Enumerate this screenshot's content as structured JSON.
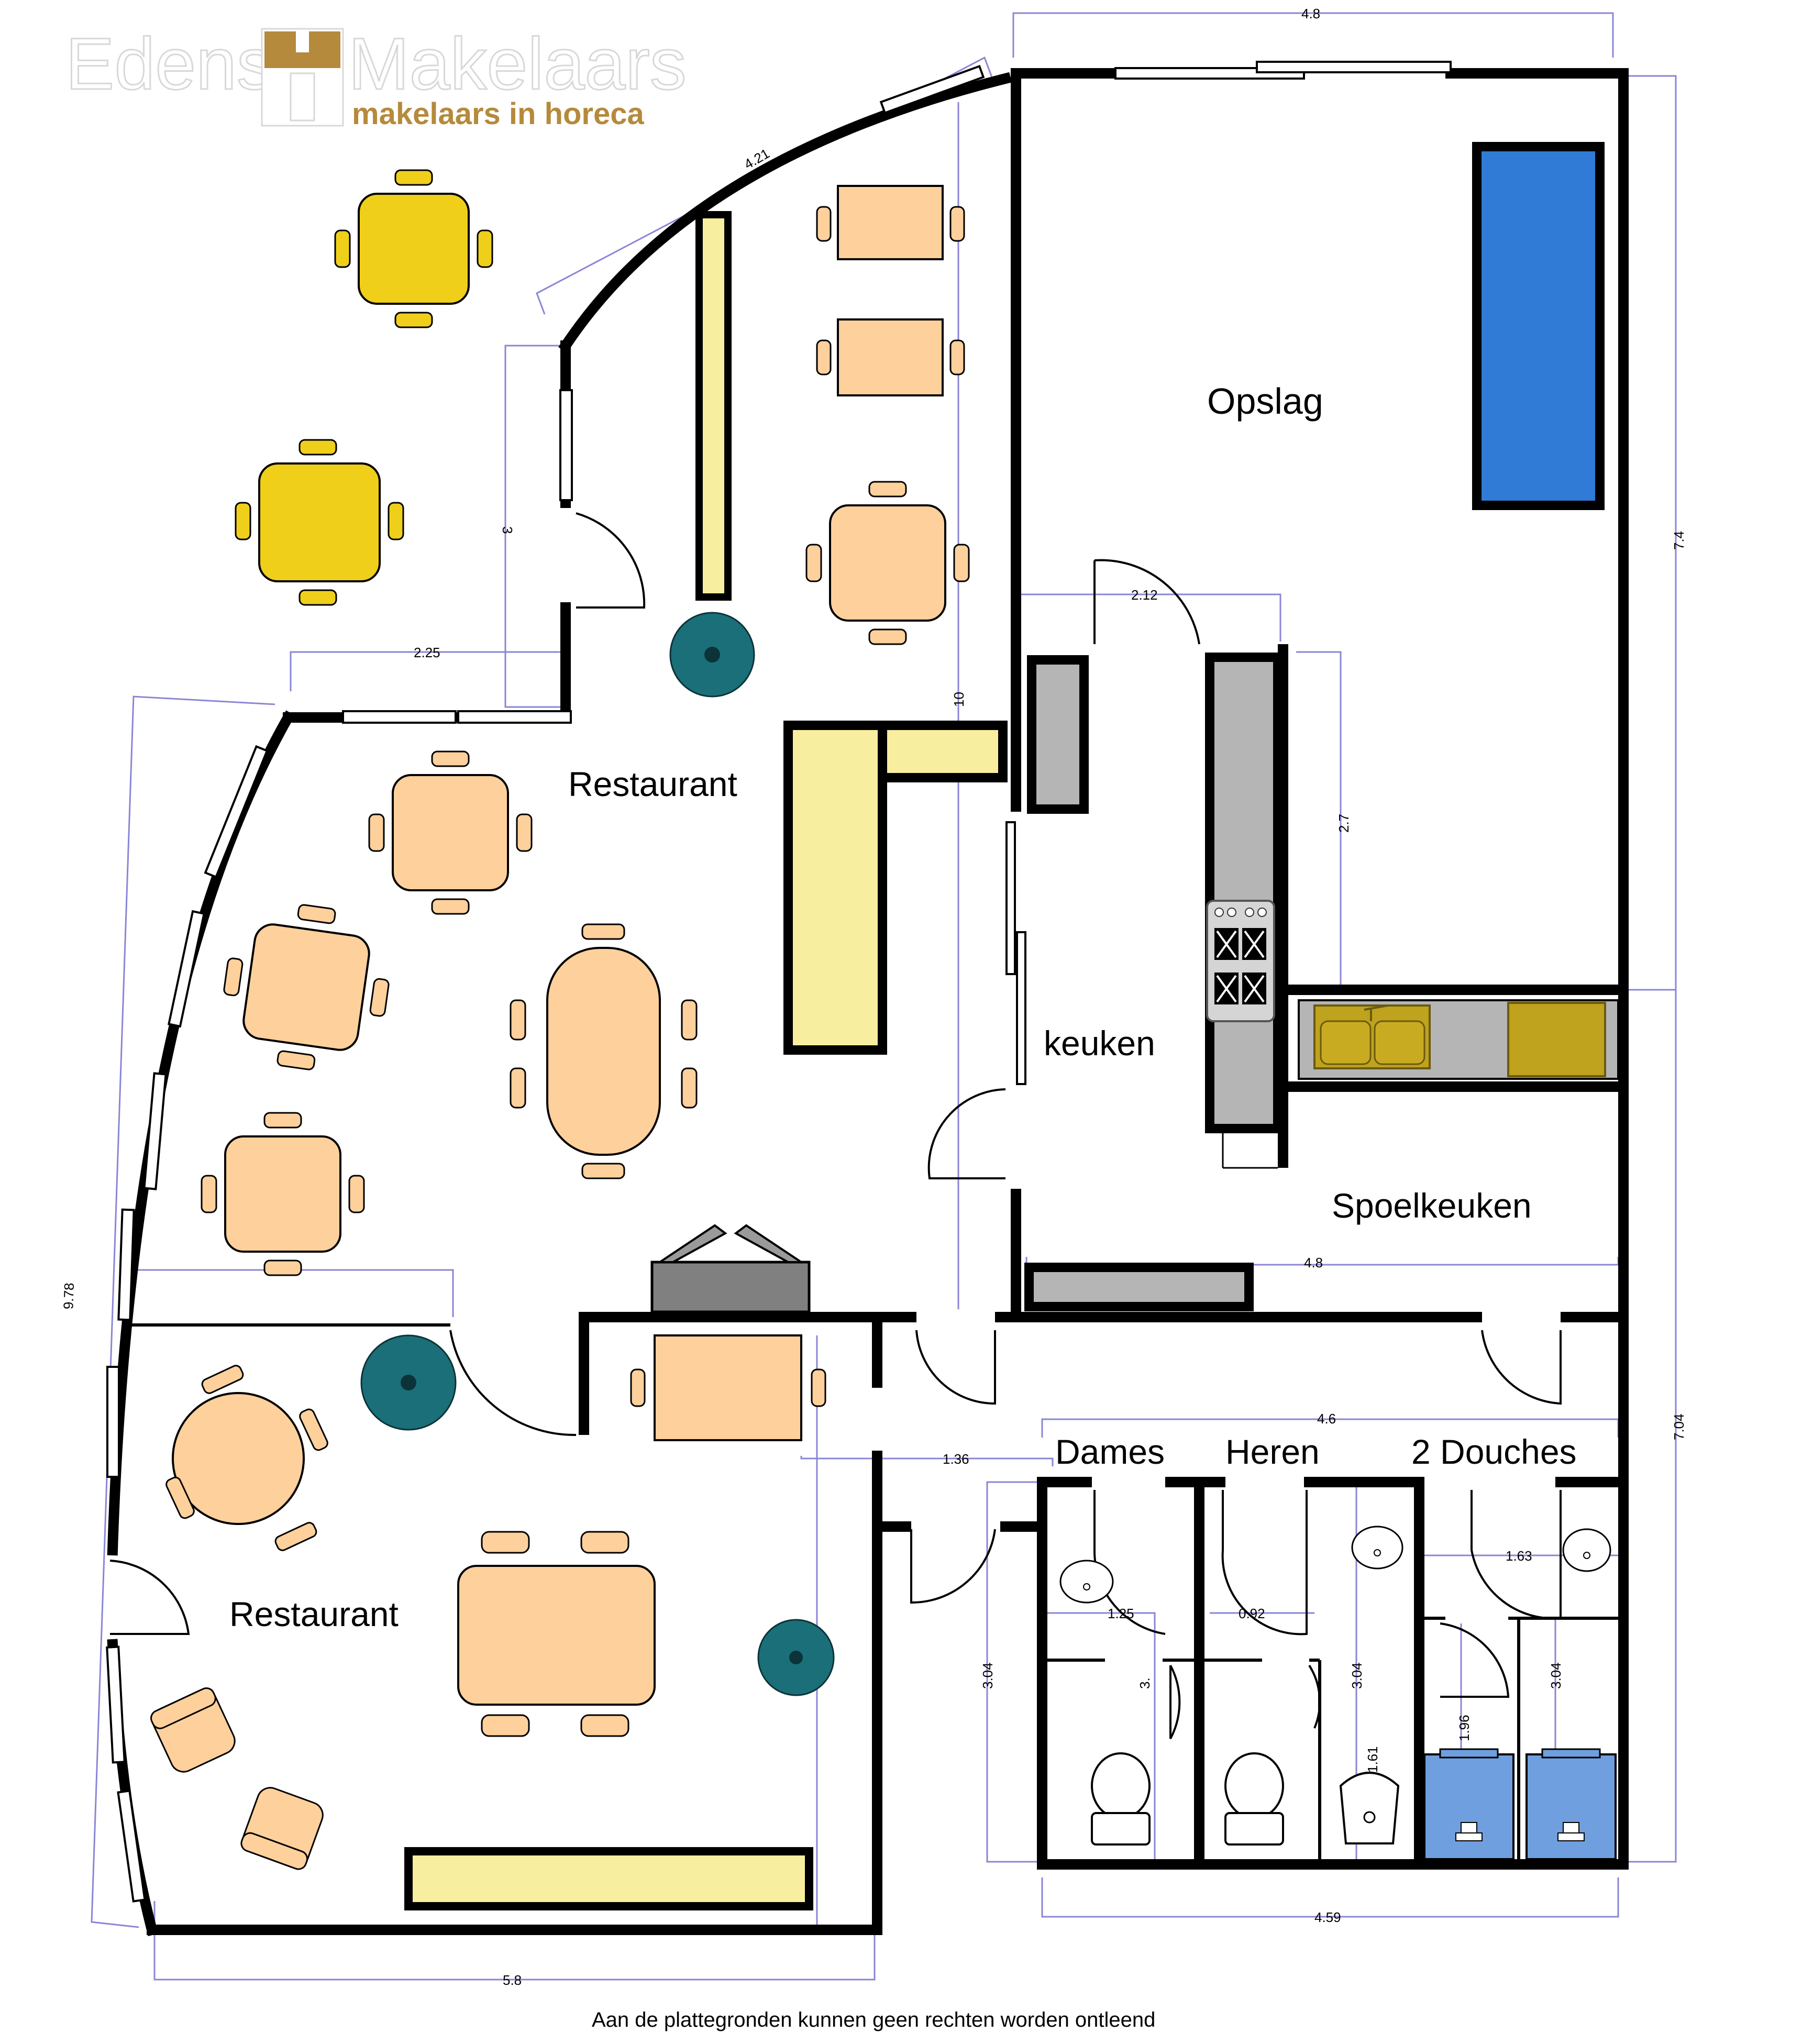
{
  "logo": {
    "brand_left": "Edens",
    "brand_right": "Makelaars",
    "tagline": "makelaars in horeca"
  },
  "rooms": {
    "restaurant_upper": "Restaurant",
    "restaurant_lower": "Restaurant",
    "opslag": "Opslag",
    "keuken": "keuken",
    "spoelkeuken": "Spoelkeuken",
    "dames": "Dames",
    "heren": "Heren",
    "douches": "2 Douches"
  },
  "dimensions": {
    "top_width": "4.8",
    "curved_wall": "4.21",
    "entrance_depth": "3",
    "entrance_width": "2.25",
    "restaurant_depth": "10",
    "left_wall": "9.78",
    "kitchen_width": "2.12",
    "kitchen_counter": "2.7",
    "right_upper": "7.4",
    "right_lower": "7.04",
    "spoel_width": "4.8",
    "toilet_block_width": "4.6",
    "hall_width": "1.36",
    "hall_depth": "3.04",
    "dames_width": "1.25",
    "dames_depth": "3.",
    "heren_width": "0.92",
    "heren_depth": "3.04",
    "urinal_depth": "1.61",
    "douche_width": "1.63",
    "douche_depth": "3.04",
    "douche_tray": "1.96",
    "toilet_bottom": "4.59",
    "bottom_width": "5.8"
  },
  "disclaimer": "Aan de plattegronden kunnen geen rechten worden ontleend",
  "colors": {
    "logo_gold": "#b58a3c",
    "table": "#fdd09c",
    "yellow_table": "#efcf1a",
    "counter": "#f8ee9f",
    "storage_blue": "#2f7bd6",
    "sink_gold": "#bfa21d",
    "shower_blue": "#6f9fde",
    "plant": "#1a6f79",
    "dimension_line": "#8a86d6"
  }
}
